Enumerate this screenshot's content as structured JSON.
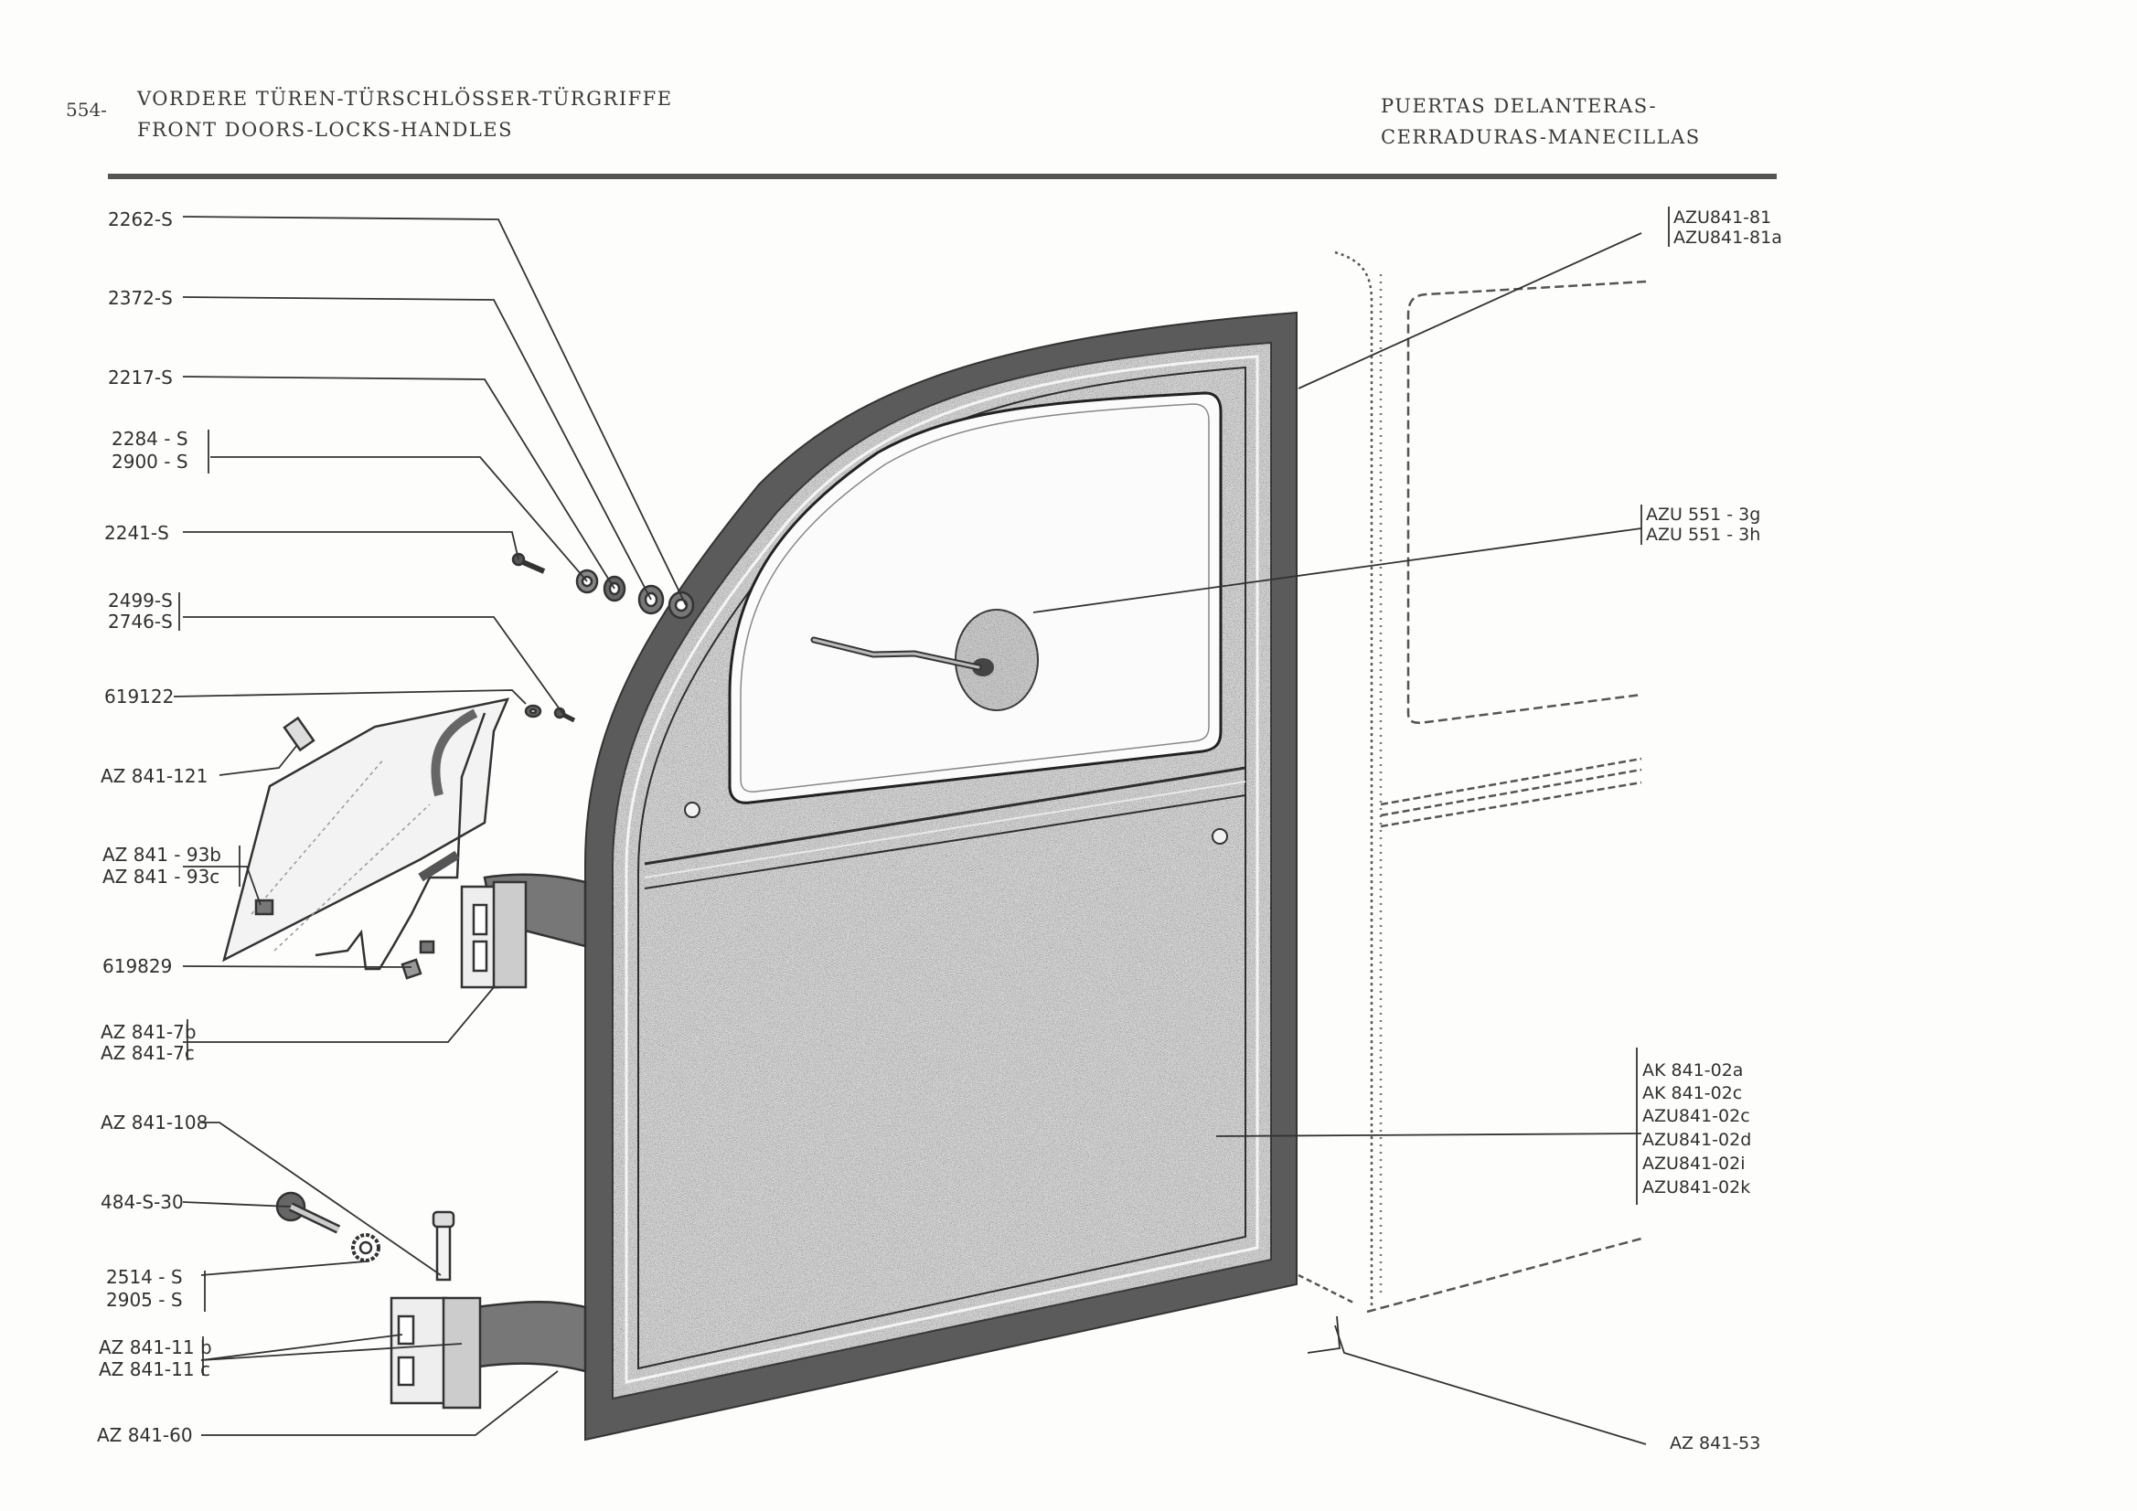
{
  "header": {
    "page_number": "554-",
    "title_de": "VORDERE TÜREN-TÜRSCHLÖSSER-TÜRGRIFFE",
    "title_en": "FRONT DOORS-LOCKS-HANDLES",
    "title_es_1": "PUERTAS DELANTERAS-",
    "title_es_2": "CERRADURAS-MANECILLAS"
  },
  "labels_left": [
    {
      "id": "l1",
      "lines": [
        "2262-S"
      ]
    },
    {
      "id": "l2",
      "lines": [
        "2372-S"
      ]
    },
    {
      "id": "l3",
      "lines": [
        "2217-S"
      ]
    },
    {
      "id": "l4",
      "lines": [
        "2284 - S",
        "2900 - S"
      ]
    },
    {
      "id": "l5",
      "lines": [
        "2241-S"
      ]
    },
    {
      "id": "l6",
      "lines": [
        "2499-S",
        "2746-S"
      ]
    },
    {
      "id": "l7",
      "lines": [
        "619122"
      ]
    },
    {
      "id": "l8",
      "lines": [
        "AZ 841-121"
      ]
    },
    {
      "id": "l9",
      "lines": [
        "AZ 841 - 93b",
        "AZ 841 - 93c"
      ]
    },
    {
      "id": "l10",
      "lines": [
        "619829"
      ]
    },
    {
      "id": "l11",
      "lines": [
        "AZ 841-7b",
        "AZ 841-7c"
      ]
    },
    {
      "id": "l12",
      "lines": [
        "AZ 841-108"
      ]
    },
    {
      "id": "l13",
      "lines": [
        "484-S-30"
      ]
    },
    {
      "id": "l14",
      "lines": [
        "2514 - S",
        "2905 - S"
      ]
    },
    {
      "id": "l15",
      "lines": [
        "AZ 841-11 b",
        "AZ 841-11 c"
      ]
    },
    {
      "id": "l16",
      "lines": [
        "AZ 841-60"
      ]
    }
  ],
  "labels_right": [
    {
      "id": "r1",
      "lines": [
        "AZU841-81",
        "AZU841-81a"
      ]
    },
    {
      "id": "r2",
      "lines": [
        "AZU 551 - 3g",
        "AZU 551 - 3h"
      ]
    },
    {
      "id": "r3",
      "lines": [
        "AK 841-02a",
        "AK 841-02c",
        "AZU841-02c",
        "AZU841-02d",
        "AZU841-02i",
        "AZU841-02k"
      ]
    },
    {
      "id": "r4",
      "lines": [
        "AZ 841-53"
      ]
    }
  ]
}
